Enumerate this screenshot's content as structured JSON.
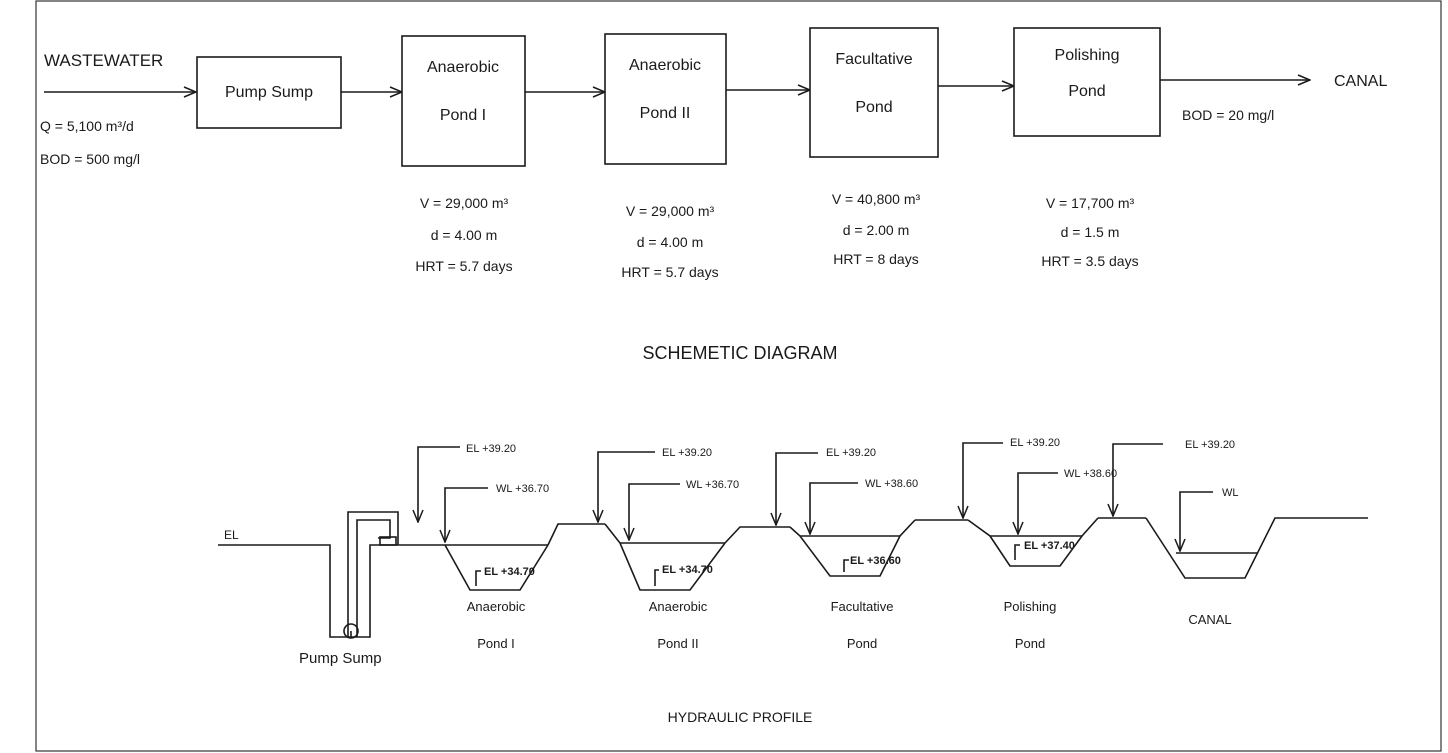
{
  "schematic": {
    "input_label": "WASTEWATER",
    "input_flow": "Q = 5,100 m³/d",
    "input_bod": "BOD = 500 mg/l",
    "output_label": "CANAL",
    "output_bod": "BOD = 20 mg/l",
    "title": "SCHEMETIC DIAGRAM",
    "units": [
      {
        "line1": "Pump Sump",
        "line2": ""
      },
      {
        "line1": "Anaerobic",
        "line2": "Pond I",
        "v": "V = 29,000 m³",
        "d": "d = 4.00 m",
        "hrt": "HRT = 5.7 days"
      },
      {
        "line1": "Anaerobic",
        "line2": "Pond II",
        "v": "V = 29,000 m³",
        "d": "d = 4.00 m",
        "hrt": "HRT = 5.7 days"
      },
      {
        "line1": "Facultative",
        "line2": "Pond",
        "v": "V = 40,800 m³",
        "d": "d = 2.00 m",
        "hrt": "HRT = 8 days"
      },
      {
        "line1": "Polishing",
        "line2": "Pond",
        "v": "V = 17,700 m³",
        "d": "d = 1.5 m",
        "hrt": "HRT = 3.5 days"
      }
    ]
  },
  "profile": {
    "title": "HYDRAULIC PROFILE",
    "ground_label": "EL",
    "pump_label": "Pump Sump",
    "sections": [
      {
        "top_el": "EL +39.20",
        "wl": "WL +36.70",
        "bottom_el": "EL +34.70",
        "name1": "Anaerobic",
        "name2": "Pond I"
      },
      {
        "top_el": "EL +39.20",
        "wl": "WL +36.70",
        "bottom_el": "EL +34.70",
        "name1": "Anaerobic",
        "name2": "Pond II"
      },
      {
        "top_el": "EL +39.20",
        "wl": "WL +38.60",
        "bottom_el": "EL +36.60",
        "name1": "Facultative",
        "name2": "Pond"
      },
      {
        "top_el": "EL +39.20",
        "wl": "WL +38.60",
        "bottom_el": "EL +37.40",
        "name1": "Polishing",
        "name2": "Pond"
      },
      {
        "top_el": "EL +39.20",
        "wl": "WL",
        "bottom_el": "",
        "name1": "CANAL",
        "name2": ""
      }
    ]
  }
}
